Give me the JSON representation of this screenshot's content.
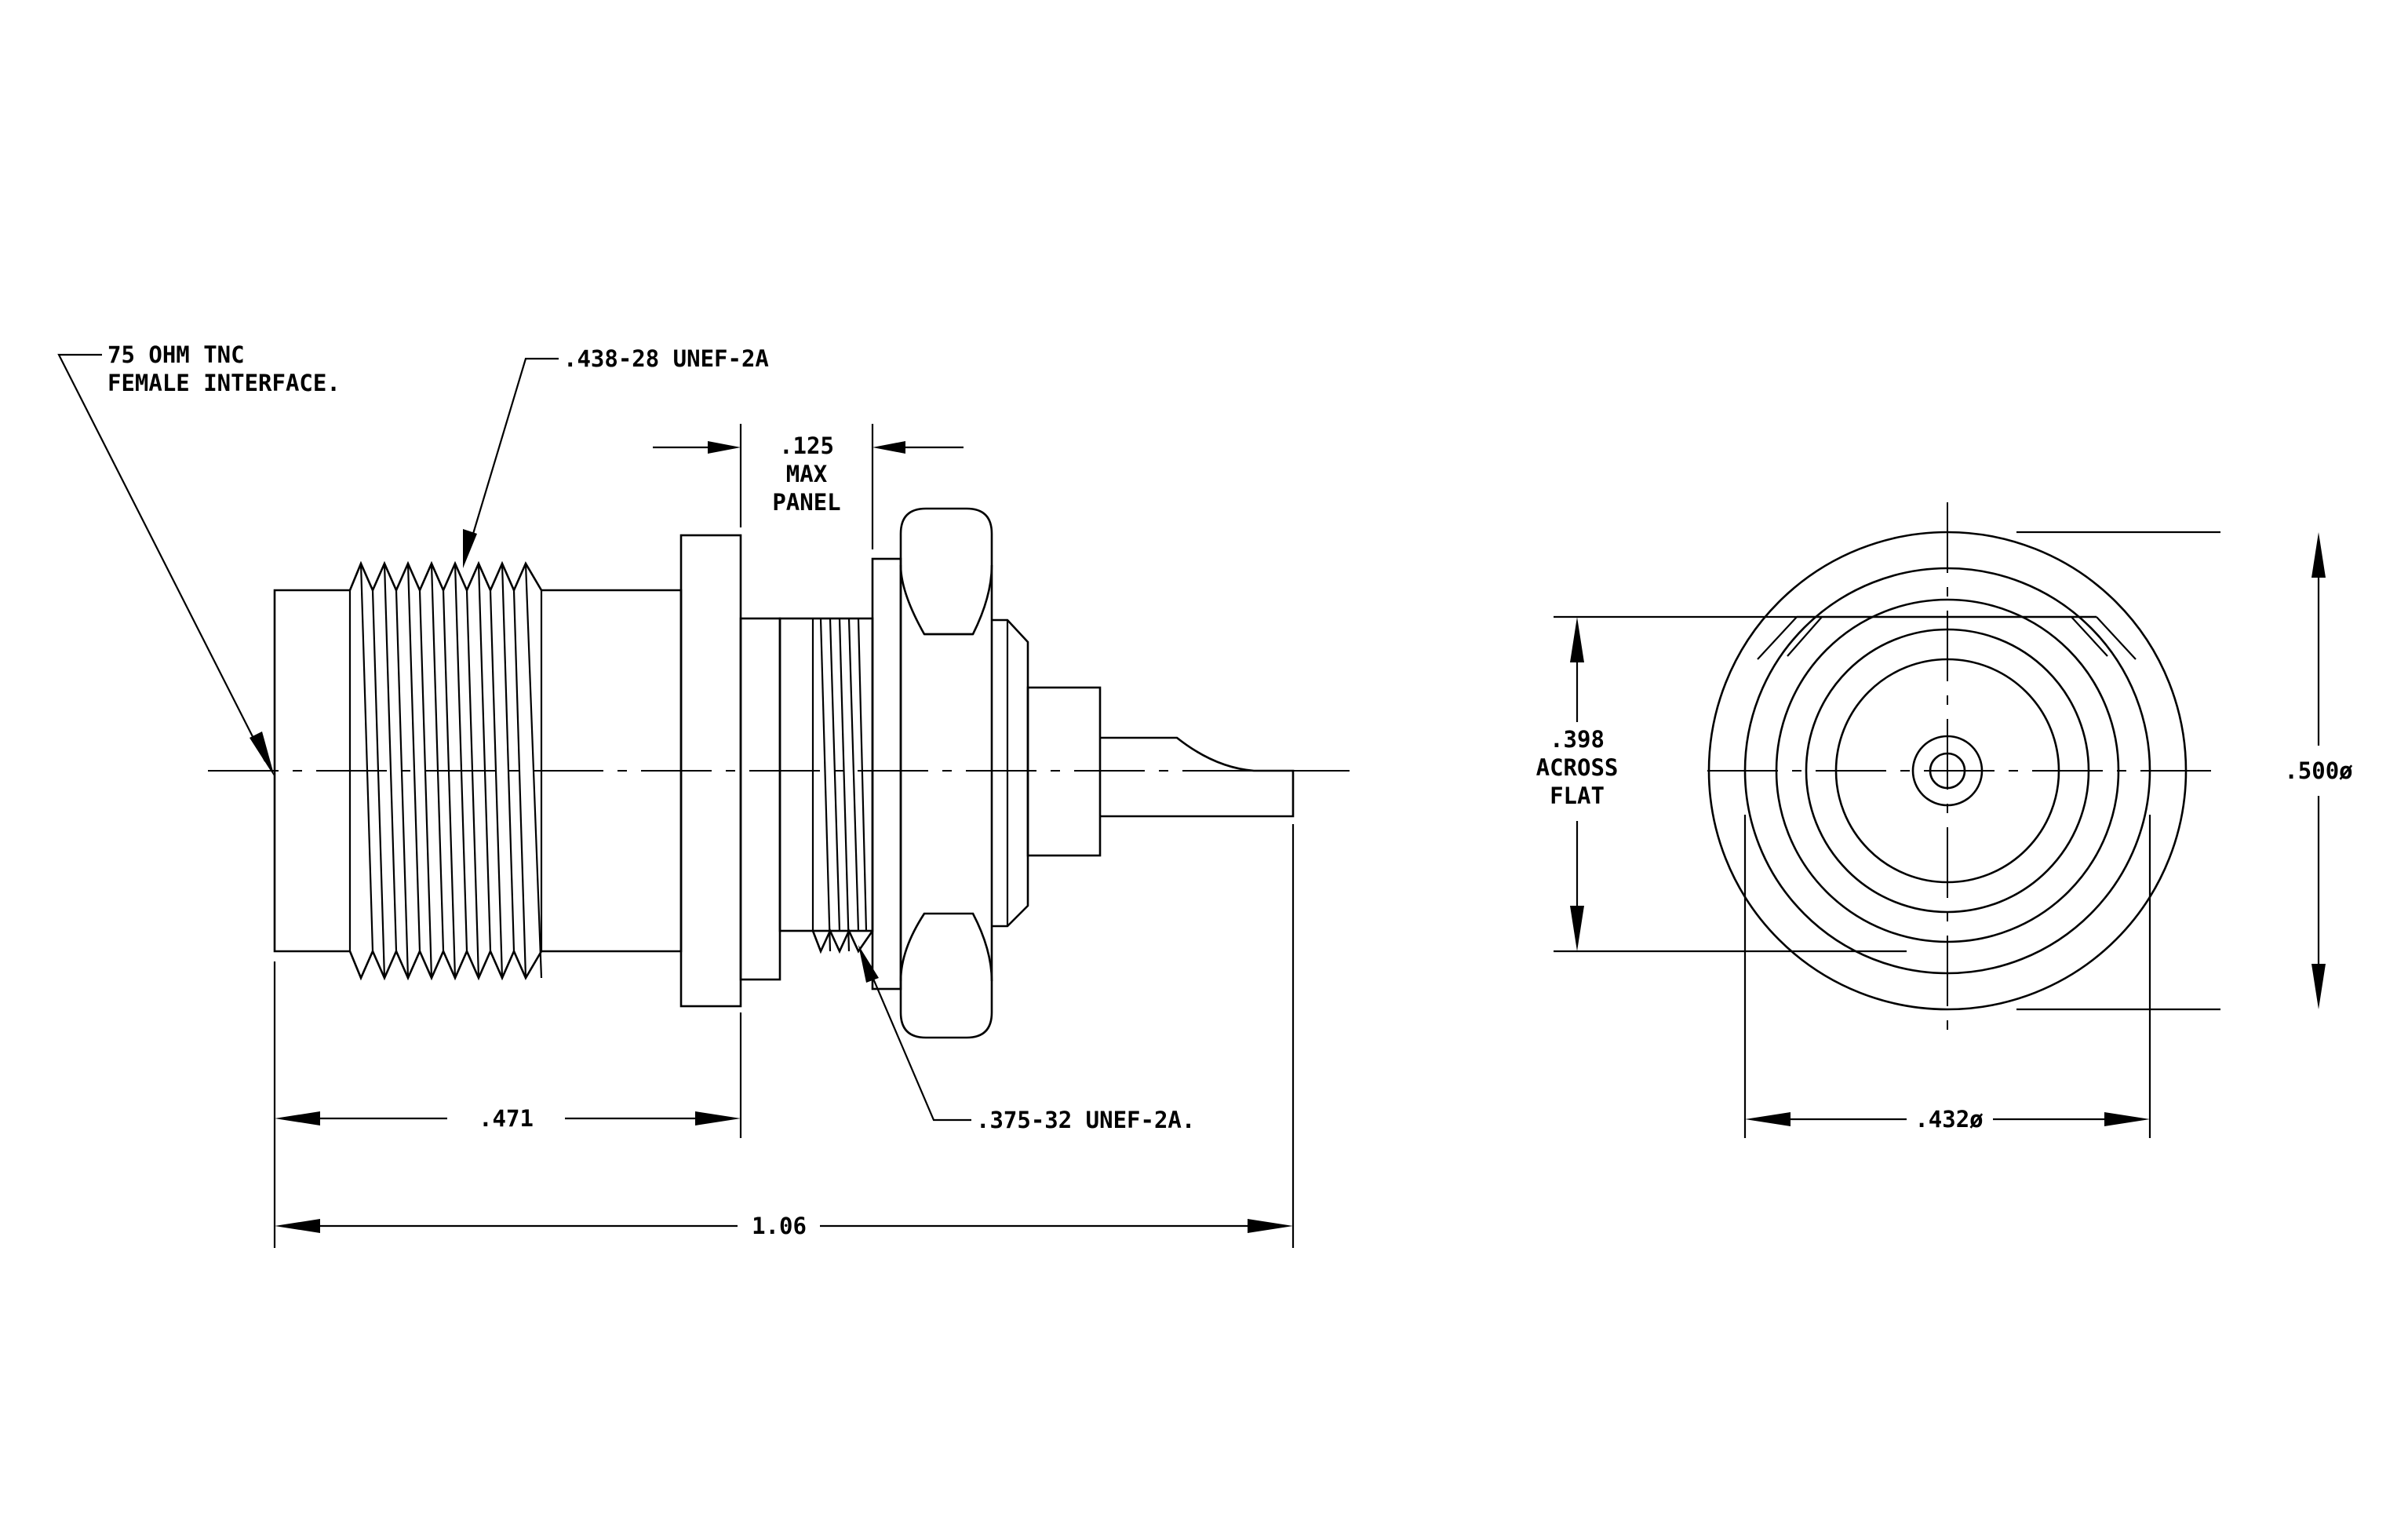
{
  "drawing": {
    "side_view": {
      "callouts": {
        "interface_line1": "75 OHM TNC",
        "interface_line2": "FEMALE INTERFACE.",
        "front_thread": ".438-28 UNEF-2A",
        "rear_thread": ".375-32 UNEF-2A."
      },
      "dimensions": {
        "panel_value": ".125",
        "panel_line2": "MAX",
        "panel_line3": "PANEL",
        "flange_length": ".471",
        "overall_length": "1.06"
      }
    },
    "end_view": {
      "dimensions": {
        "flat_value": ".398",
        "flat_line2": "ACROSS",
        "flat_line3": "FLAT",
        "outer_diameter": ".500ø",
        "thread_diameter": ".432ø"
      }
    }
  }
}
